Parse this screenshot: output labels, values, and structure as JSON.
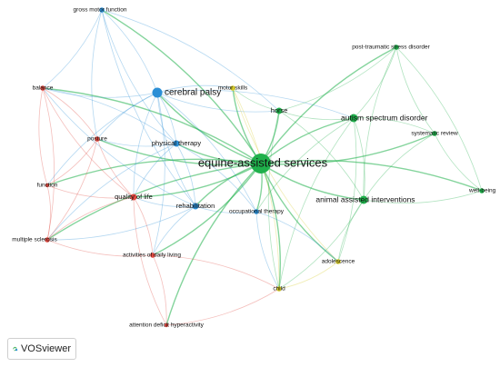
{
  "brand": {
    "name": "VOSviewer"
  },
  "network": {
    "clusters": {
      "red": "#e0483f",
      "blue": "#2b8fd6",
      "green": "#1fb04b",
      "yellow": "#d8cc2a"
    },
    "nodes": [
      {
        "id": "eas",
        "label": "equine-assisted services",
        "cluster": "green",
        "weight": 10
      },
      {
        "id": "cp",
        "label": "cerebral palsy",
        "cluster": "blue",
        "weight": 5
      },
      {
        "id": "gmf",
        "label": "gross motor function",
        "cluster": "blue",
        "weight": 2
      },
      {
        "id": "pt",
        "label": "physical therapy",
        "cluster": "blue",
        "weight": 3
      },
      {
        "id": "rehab",
        "label": "rehabilitation",
        "cluster": "blue",
        "weight": 3
      },
      {
        "id": "ot",
        "label": "occupational therapy",
        "cluster": "blue",
        "weight": 2
      },
      {
        "id": "horse",
        "label": "horse",
        "cluster": "green",
        "weight": 3
      },
      {
        "id": "asd",
        "label": "autism spectrum disorder",
        "cluster": "green",
        "weight": 4
      },
      {
        "id": "aai",
        "label": "animal assisted interventions",
        "cluster": "green",
        "weight": 4
      },
      {
        "id": "ptsd",
        "label": "post-traumatic stress disorder",
        "cluster": "green",
        "weight": 2
      },
      {
        "id": "sr",
        "label": "systematic review",
        "cluster": "green",
        "weight": 2
      },
      {
        "id": "wb",
        "label": "well-being",
        "cluster": "green",
        "weight": 2
      },
      {
        "id": "balance",
        "label": "balance",
        "cluster": "red",
        "weight": 2
      },
      {
        "id": "posture",
        "label": "posture",
        "cluster": "red",
        "weight": 2
      },
      {
        "id": "function",
        "label": "function",
        "cluster": "red",
        "weight": 1
      },
      {
        "id": "qol",
        "label": "quality of life",
        "cluster": "red",
        "weight": 3
      },
      {
        "id": "ms",
        "label": "multiple sclerosis",
        "cluster": "red",
        "weight": 2
      },
      {
        "id": "adl",
        "label": "activities of daily living",
        "cluster": "red",
        "weight": 2
      },
      {
        "id": "adhd",
        "label": "attention deficit hyperactivity",
        "cluster": "red",
        "weight": 1
      },
      {
        "id": "motor",
        "label": "motor skills",
        "cluster": "yellow",
        "weight": 2
      },
      {
        "id": "adol",
        "label": "adolescence",
        "cluster": "yellow",
        "weight": 2
      },
      {
        "id": "child",
        "label": "child",
        "cluster": "yellow",
        "weight": 2
      }
    ],
    "links": [
      [
        "eas",
        "cp"
      ],
      [
        "eas",
        "gmf"
      ],
      [
        "eas",
        "pt"
      ],
      [
        "eas",
        "rehab"
      ],
      [
        "eas",
        "ot"
      ],
      [
        "eas",
        "horse"
      ],
      [
        "eas",
        "asd"
      ],
      [
        "eas",
        "aai"
      ],
      [
        "eas",
        "ptsd"
      ],
      [
        "eas",
        "sr"
      ],
      [
        "eas",
        "wb"
      ],
      [
        "eas",
        "balance"
      ],
      [
        "eas",
        "posture"
      ],
      [
        "eas",
        "function"
      ],
      [
        "eas",
        "qol"
      ],
      [
        "eas",
        "ms"
      ],
      [
        "eas",
        "adl"
      ],
      [
        "eas",
        "adhd"
      ],
      [
        "eas",
        "motor"
      ],
      [
        "eas",
        "adol"
      ],
      [
        "eas",
        "child"
      ],
      [
        "cp",
        "gmf"
      ],
      [
        "cp",
        "pt"
      ],
      [
        "cp",
        "rehab"
      ],
      [
        "cp",
        "balance"
      ],
      [
        "cp",
        "posture"
      ],
      [
        "cp",
        "motor"
      ],
      [
        "cp",
        "horse"
      ],
      [
        "cp",
        "asd"
      ],
      [
        "cp",
        "qol"
      ],
      [
        "cp",
        "ot"
      ],
      [
        "cp",
        "function"
      ],
      [
        "cp",
        "adl"
      ],
      [
        "gmf",
        "pt"
      ],
      [
        "gmf",
        "balance"
      ],
      [
        "gmf",
        "rehab"
      ],
      [
        "gmf",
        "horse"
      ],
      [
        "gmf",
        "posture"
      ],
      [
        "pt",
        "rehab"
      ],
      [
        "pt",
        "balance"
      ],
      [
        "pt",
        "posture"
      ],
      [
        "pt",
        "qol"
      ],
      [
        "pt",
        "ot"
      ],
      [
        "pt",
        "ms"
      ],
      [
        "rehab",
        "qol"
      ],
      [
        "rehab",
        "ot"
      ],
      [
        "rehab",
        "ms"
      ],
      [
        "rehab",
        "adl"
      ],
      [
        "rehab",
        "balance"
      ],
      [
        "horse",
        "asd"
      ],
      [
        "horse",
        "aai"
      ],
      [
        "horse",
        "ptsd"
      ],
      [
        "horse",
        "motor"
      ],
      [
        "horse",
        "child"
      ],
      [
        "asd",
        "aai"
      ],
      [
        "asd",
        "ptsd"
      ],
      [
        "asd",
        "sr"
      ],
      [
        "asd",
        "child"
      ],
      [
        "asd",
        "adol"
      ],
      [
        "asd",
        "ot"
      ],
      [
        "aai",
        "sr"
      ],
      [
        "aai",
        "wb"
      ],
      [
        "aai",
        "ptsd"
      ],
      [
        "aai",
        "adol"
      ],
      [
        "aai",
        "child"
      ],
      [
        "ptsd",
        "sr"
      ],
      [
        "ptsd",
        "wb"
      ],
      [
        "sr",
        "wb"
      ],
      [
        "balance",
        "posture"
      ],
      [
        "balance",
        "function"
      ],
      [
        "balance",
        "ms"
      ],
      [
        "balance",
        "qol"
      ],
      [
        "posture",
        "function"
      ],
      [
        "posture",
        "qol"
      ],
      [
        "posture",
        "ms"
      ],
      [
        "function",
        "qol"
      ],
      [
        "function",
        "ms"
      ],
      [
        "qol",
        "ms"
      ],
      [
        "qol",
        "adl"
      ],
      [
        "ms",
        "adl"
      ],
      [
        "adl",
        "adhd"
      ],
      [
        "qol",
        "adhd"
      ],
      [
        "adl",
        "child"
      ],
      [
        "adhd",
        "child"
      ],
      [
        "motor",
        "child"
      ],
      [
        "motor",
        "adol"
      ],
      [
        "adol",
        "child"
      ],
      [
        "ot",
        "child"
      ],
      [
        "ot",
        "adol"
      ]
    ]
  }
}
